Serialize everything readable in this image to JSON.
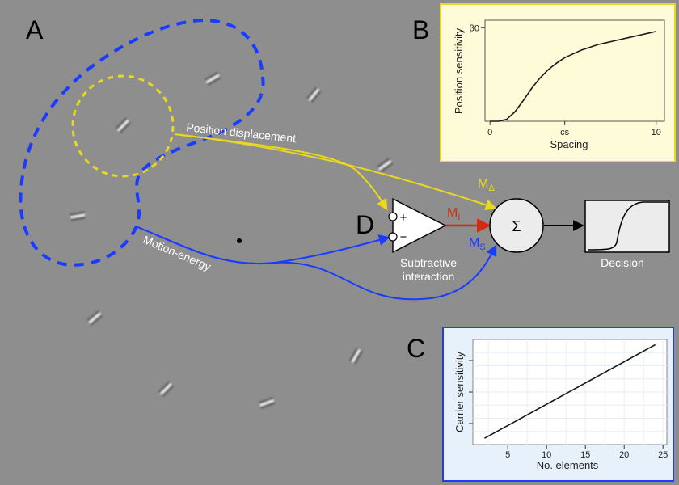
{
  "panel_labels": {
    "a": "A",
    "b": "B",
    "c": "C",
    "d": "D"
  },
  "annotations": {
    "position_displacement": "Position displacement",
    "motion_energy": "Motion-energy"
  },
  "model": {
    "plus": "+",
    "minus": "−",
    "sum_symbol": "Σ",
    "subtractive_line1": "Subtractive",
    "subtractive_line2": "interaction",
    "decision": "Decision",
    "m_i": {
      "base": "M",
      "sub": "I"
    },
    "m_delta": {
      "base": "M",
      "sub": "Δ"
    },
    "m_s": {
      "base": "M",
      "sub": "S"
    }
  },
  "colors": {
    "background": "#8e8e8e",
    "blue": "#1a3cff",
    "yellow": "#e8d820",
    "red": "#d42a10",
    "inset_b_bg": "#fefbd8",
    "inset_b_border": "#e8d820",
    "inset_c_bg": "#e7f1fb",
    "inset_c_border": "#1a3cff"
  },
  "chart_data": [
    {
      "panel": "B",
      "type": "line",
      "ylabel": "Position sensitivity",
      "xlabel": "Spacing",
      "x_ticks": [
        {
          "value": 0,
          "label": "0"
        },
        {
          "value": 4.5,
          "label": "cs"
        },
        {
          "value": 10,
          "label": "10"
        }
      ],
      "y_tick_label": "β0",
      "xlim": [
        -0.3,
        10.5
      ],
      "ylim": [
        0,
        1.08
      ],
      "x": [
        0,
        0.5,
        1,
        1.5,
        2,
        2.5,
        3,
        3.5,
        4,
        4.5,
        5,
        5.5,
        6,
        6.5,
        7,
        7.5,
        8,
        8.5,
        9,
        9.5,
        10
      ],
      "y": [
        0.0,
        0.0,
        0.02,
        0.1,
        0.22,
        0.35,
        0.46,
        0.55,
        0.62,
        0.68,
        0.72,
        0.76,
        0.79,
        0.82,
        0.84,
        0.86,
        0.88,
        0.9,
        0.92,
        0.94,
        0.96
      ]
    },
    {
      "panel": "C",
      "type": "line",
      "ylabel": "Carrier sensitivity",
      "xlabel": "No. elements",
      "x_ticks": [
        5,
        10,
        15,
        20,
        25
      ],
      "xlim": [
        0.5,
        25.5
      ],
      "ylim": [
        0,
        1.0
      ],
      "x": [
        2,
        24
      ],
      "y": [
        0.06,
        0.95
      ]
    }
  ]
}
